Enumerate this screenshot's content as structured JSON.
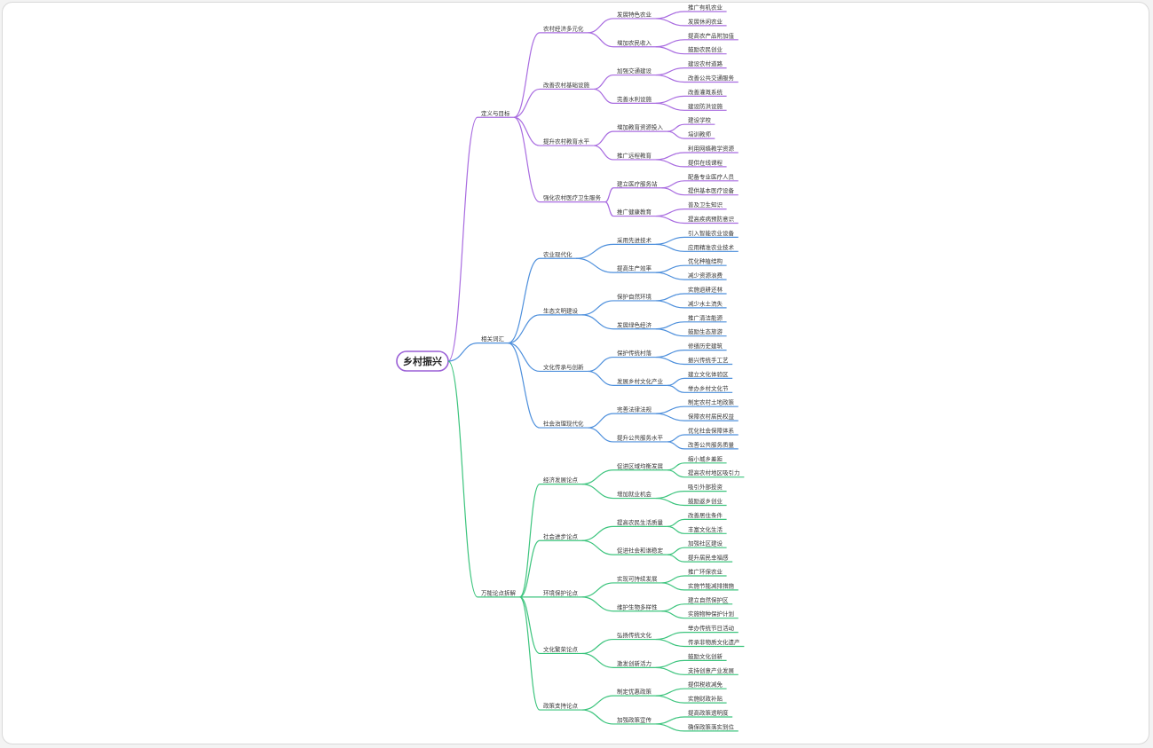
{
  "colors": {
    "branch_purple": "#a86be0",
    "branch_blue": "#4d8fdc",
    "branch_green": "#3cc47d",
    "root_border": "#9a5fd6",
    "text": "#333333"
  },
  "mindmap": {
    "root": "乡村振兴",
    "branches": [
      {
        "label": "定义与目标",
        "color": "#a86be0",
        "children": [
          {
            "label": "农村经济多元化",
            "children": [
              {
                "label": "发展特色农业",
                "children": [
                  {
                    "label": "推广有机农业"
                  },
                  {
                    "label": "发展休闲农业"
                  }
                ]
              },
              {
                "label": "增加农民收入",
                "children": [
                  {
                    "label": "提高农产品附加值"
                  },
                  {
                    "label": "鼓励农民创业"
                  }
                ]
              }
            ]
          },
          {
            "label": "改善农村基础设施",
            "children": [
              {
                "label": "加强交通建设",
                "children": [
                  {
                    "label": "建设农村道路"
                  },
                  {
                    "label": "改善公共交通服务"
                  }
                ]
              },
              {
                "label": "完善水利设施",
                "children": [
                  {
                    "label": "改善灌溉系统"
                  },
                  {
                    "label": "建设防洪设施"
                  }
                ]
              }
            ]
          },
          {
            "label": "提升农村教育水平",
            "children": [
              {
                "label": "增加教育资源投入",
                "children": [
                  {
                    "label": "建设学校"
                  },
                  {
                    "label": "培训教师"
                  }
                ]
              },
              {
                "label": "推广远程教育",
                "children": [
                  {
                    "label": "利用网络教学资源"
                  },
                  {
                    "label": "提供在线课程"
                  }
                ]
              }
            ]
          },
          {
            "label": "强化农村医疗卫生服务",
            "children": [
              {
                "label": "建立医疗服务站",
                "children": [
                  {
                    "label": "配备专业医疗人员"
                  },
                  {
                    "label": "提供基本医疗设备"
                  }
                ]
              },
              {
                "label": "推广健康教育",
                "children": [
                  {
                    "label": "普及卫生知识"
                  },
                  {
                    "label": "提高疾病预防意识"
                  }
                ]
              }
            ]
          }
        ]
      },
      {
        "label": "相关词汇",
        "color": "#4d8fdc",
        "children": [
          {
            "label": "农业现代化",
            "children": [
              {
                "label": "采用先进技术",
                "children": [
                  {
                    "label": "引入智能农业设备"
                  },
                  {
                    "label": "应用精准农业技术"
                  }
                ]
              },
              {
                "label": "提高生产效率",
                "children": [
                  {
                    "label": "优化种植结构"
                  },
                  {
                    "label": "减少资源浪费"
                  }
                ]
              }
            ]
          },
          {
            "label": "生态文明建设",
            "children": [
              {
                "label": "保护自然环境",
                "children": [
                  {
                    "label": "实施退耕还林"
                  },
                  {
                    "label": "减少水土流失"
                  }
                ]
              },
              {
                "label": "发展绿色经济",
                "children": [
                  {
                    "label": "推广清洁能源"
                  },
                  {
                    "label": "鼓励生态旅游"
                  }
                ]
              }
            ]
          },
          {
            "label": "文化传承与创新",
            "children": [
              {
                "label": "保护传统村落",
                "children": [
                  {
                    "label": "修缮历史建筑"
                  },
                  {
                    "label": "振兴传统手工艺"
                  }
                ]
              },
              {
                "label": "发展乡村文化产业",
                "children": [
                  {
                    "label": "建立文化体验区"
                  },
                  {
                    "label": "举办乡村文化节"
                  }
                ]
              }
            ]
          },
          {
            "label": "社会治理现代化",
            "children": [
              {
                "label": "完善法律法规",
                "children": [
                  {
                    "label": "制定农村土地政策"
                  },
                  {
                    "label": "保障农村居民权益"
                  }
                ]
              },
              {
                "label": "提升公共服务水平",
                "children": [
                  {
                    "label": "优化社会保障体系"
                  },
                  {
                    "label": "改善公共服务质量"
                  }
                ]
              }
            ]
          }
        ]
      },
      {
        "label": "万能论点拆解",
        "color": "#3cc47d",
        "children": [
          {
            "label": "经济发展论点",
            "children": [
              {
                "label": "促进区域均衡发展",
                "children": [
                  {
                    "label": "缩小城乡差距"
                  },
                  {
                    "label": "提高农村地区吸引力"
                  }
                ]
              },
              {
                "label": "增加就业机会",
                "children": [
                  {
                    "label": "吸引外部投资"
                  },
                  {
                    "label": "鼓励返乡创业"
                  }
                ]
              }
            ]
          },
          {
            "label": "社会进步论点",
            "children": [
              {
                "label": "提高农民生活质量",
                "children": [
                  {
                    "label": "改善居住条件"
                  },
                  {
                    "label": "丰富文化生活"
                  }
                ]
              },
              {
                "label": "促进社会和谐稳定",
                "children": [
                  {
                    "label": "加强社区建设"
                  },
                  {
                    "label": "提升居民幸福感"
                  }
                ]
              }
            ]
          },
          {
            "label": "环境保护论点",
            "children": [
              {
                "label": "实现可持续发展",
                "children": [
                  {
                    "label": "推广环保农业"
                  },
                  {
                    "label": "实施节能减排措施"
                  }
                ]
              },
              {
                "label": "维护生物多样性",
                "children": [
                  {
                    "label": "建立自然保护区"
                  },
                  {
                    "label": "实施物种保护计划"
                  }
                ]
              }
            ]
          },
          {
            "label": "文化繁荣论点",
            "children": [
              {
                "label": "弘扬传统文化",
                "children": [
                  {
                    "label": "举办传统节日活动"
                  },
                  {
                    "label": "传承非物质文化遗产"
                  }
                ]
              },
              {
                "label": "激发创新活力",
                "children": [
                  {
                    "label": "鼓励文化创新"
                  },
                  {
                    "label": "支持创意产业发展"
                  }
                ]
              }
            ]
          },
          {
            "label": "政策支持论点",
            "children": [
              {
                "label": "制定优惠政策",
                "children": [
                  {
                    "label": "提供税收减免"
                  },
                  {
                    "label": "实施财政补贴"
                  }
                ]
              },
              {
                "label": "加强政策宣传",
                "children": [
                  {
                    "label": "提高政策透明度"
                  },
                  {
                    "label": "确保政策落实到位"
                  }
                ]
              }
            ]
          }
        ]
      }
    ]
  }
}
